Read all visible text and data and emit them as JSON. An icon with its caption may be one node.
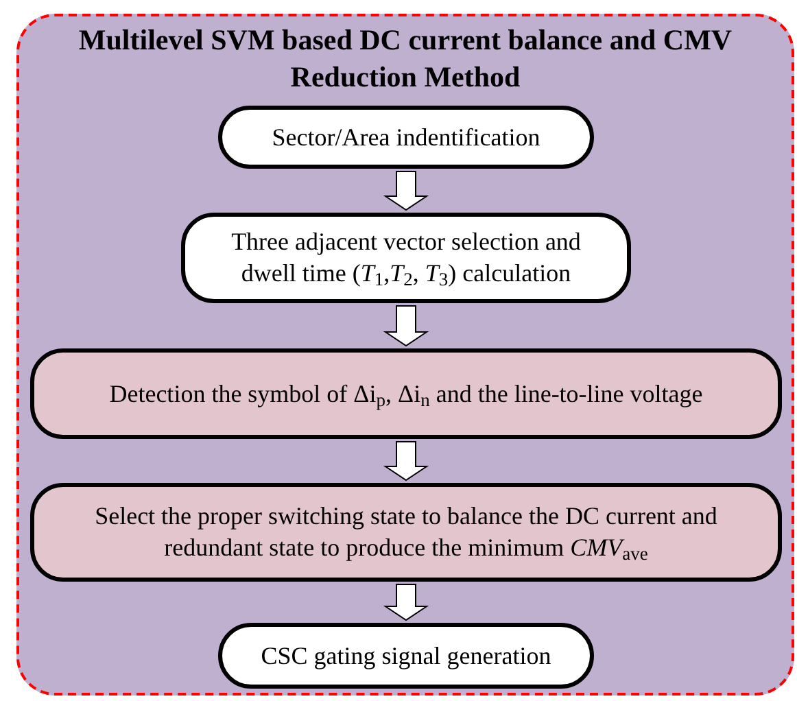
{
  "diagram": {
    "nodes": [
      {
        "text": [
          "Multilevel SVM based DC current balance and CMV Reduction Method"
        ]
      },
      {
        "text": [
          "Sector/Area indentification"
        ],
        "in": 0
      },
      {
        "text": [
          "Three adjacent vector selection and dwell time (*T*$_{1}$,*T*$_{2}$, *T*$_{3}$) calculation"
        ],
        "in": 0
      },
      {
        "text": [
          "Detection the symbol of Δi$_{p}$, Δi$_{n}$ and the line-to-line voltage"
        ],
        "in": 0
      },
      {
        "text": [
          "Select the proper switching state to balance the DC current and redundant state to produce the minimum *CMV*$_{ave}$"
        ],
        "in": 0
      },
      {
        "text": [
          "CSC gating signal generation"
        ],
        "in": 0
      }
    ],
    "edges": [
      {
        "from": 1,
        "to": 2,
        "arrow": "to"
      },
      {
        "from": 2,
        "to": 3,
        "arrow": "to"
      },
      {
        "from": 3,
        "to": 4,
        "arrow": "to"
      },
      {
        "from": 4,
        "to": 5,
        "arrow": "to"
      }
    ]
  }
}
